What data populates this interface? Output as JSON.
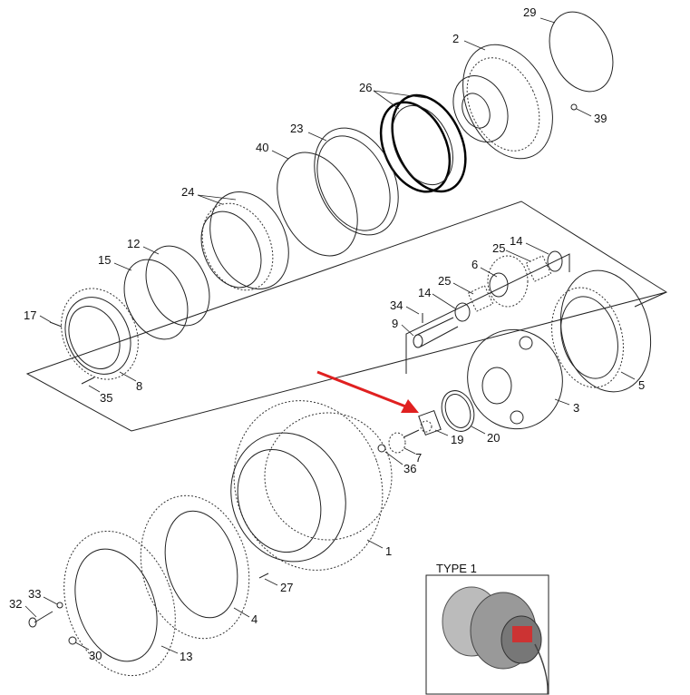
{
  "diagram": {
    "title": "Final drive exploded parts diagram",
    "inset_label": "TYPE 1",
    "arrow_color": "#e02020",
    "callouts": [
      "29",
      "2",
      "26",
      "39",
      "23",
      "40",
      "24",
      "12",
      "15",
      "17",
      "8",
      "35",
      "14",
      "25",
      "6",
      "25",
      "14",
      "34",
      "9",
      "5",
      "3",
      "20",
      "19",
      "7",
      "36",
      "1",
      "27",
      "4",
      "33",
      "32",
      "30",
      "13"
    ]
  }
}
